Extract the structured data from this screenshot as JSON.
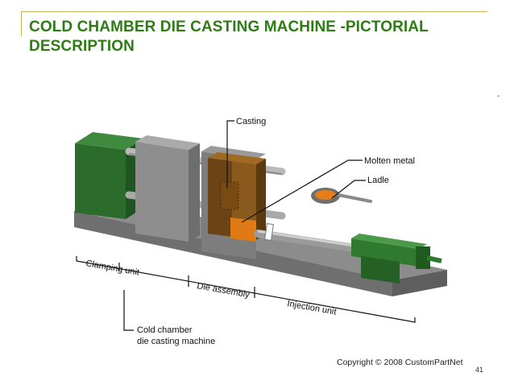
{
  "slide": {
    "title": "COLD CHAMBER DIE CASTING MACHINE -PICTORIAL DESCRIPTION",
    "page_number": "41",
    "stray_mark": "-"
  },
  "diagram": {
    "labels": {
      "casting": "Casting",
      "molten_metal": "Molten metal",
      "ladle": "Ladle",
      "clamping_unit": "Clamping unit",
      "die_assembly": "Die assembly",
      "injection_unit": "Injection unit",
      "machine_line1": "Cold chamber",
      "machine_line2": "die casting machine"
    },
    "copyright": "Copyright © 2008 CustomPartNet"
  }
}
